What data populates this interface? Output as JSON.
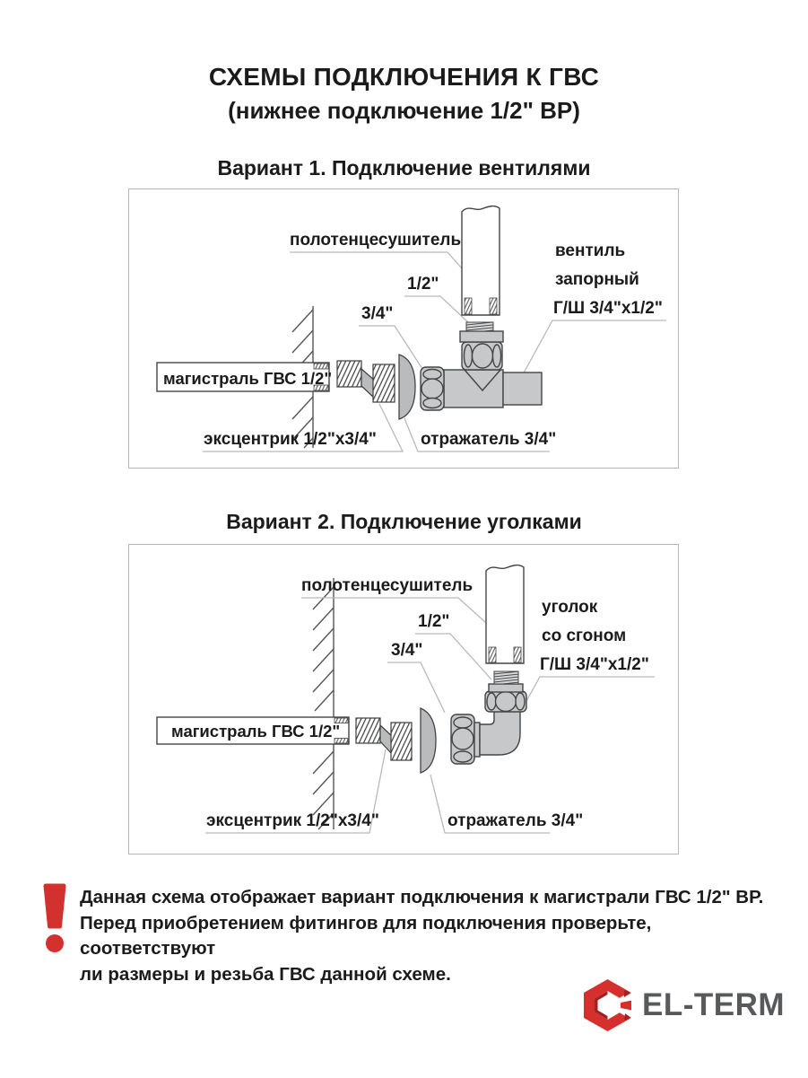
{
  "page": {
    "title_line1": "СХЕМЫ ПОДКЛЮЧЕНИЯ К ГВС",
    "title_line2": "(нижнее подключение 1/2\" ВР)"
  },
  "variant1": {
    "heading": "Вариант 1. Подключение вентилями",
    "labels": {
      "towel_rail": "полотенцесушитель",
      "half_inch": "1/2\"",
      "three_quarter_inch": "3/4\"",
      "valve_line1": "вентиль",
      "valve_line2": "запорный",
      "valve_line3": "Г/Ш 3/4\"x1/2\"",
      "main_line": "магистраль ГВС 1/2\"",
      "eccentric": "эксцентрик 1/2\"x3/4\"",
      "reflector": "отражатель 3/4\""
    }
  },
  "variant2": {
    "heading": "Вариант 2. Подключение уголками",
    "labels": {
      "towel_rail": "полотенцесушитель",
      "half_inch": "1/2\"",
      "three_quarter_inch": "3/4\"",
      "corner_line1": "уголок",
      "corner_line2": "со сгоном",
      "corner_line3": "Г/Ш 3/4\"x1/2\"",
      "main_line": "магистраль ГВС 1/2\"",
      "eccentric": "эксцентрик 1/2\"x3/4\"",
      "reflector": "отражатель 3/4\""
    }
  },
  "warning": {
    "line1": "Данная схема отображает вариант подключения к магистрали ГВС 1/2\" ВР.",
    "line2": "Перед приобретением фитингов для подключения проверьте, соответствуют",
    "line3": "ли  размеры и резьба ГВС данной схеме."
  },
  "logo": {
    "text": "EL-TERM"
  },
  "colors": {
    "accent_red": "#d2312d",
    "logo_red": "#d6302e",
    "logo_dark_red": "#a32220",
    "part_gray": "#c6c8ca",
    "dome_gray": "#b9bbbd",
    "outline": "#444444",
    "leader_gray": "#b7b9bb",
    "panel_border": "#b6b6b6",
    "logo_text_gray": "#58595b"
  }
}
